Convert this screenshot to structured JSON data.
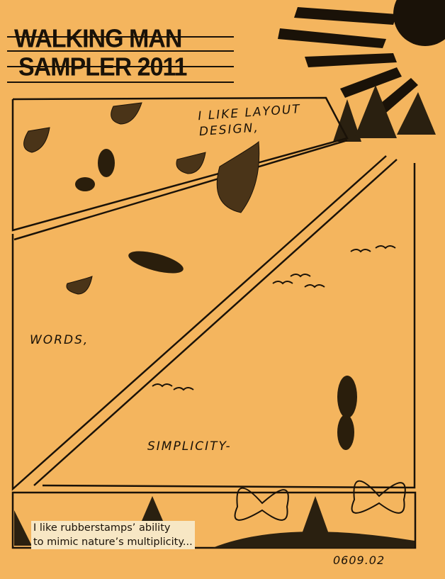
{
  "title": {
    "line1": "WALKING MAN",
    "line2": "SAMPLER 2011"
  },
  "panel_text": {
    "layout": "I LIKE LAYOUT DESIGN,",
    "words": "WORDS,",
    "simplicity": "SIMPLICITY-"
  },
  "caption": {
    "line1": "I like rubberstamps’ ability",
    "line2": "to mimic nature’s multiplicity..."
  },
  "date": "0609.02"
}
